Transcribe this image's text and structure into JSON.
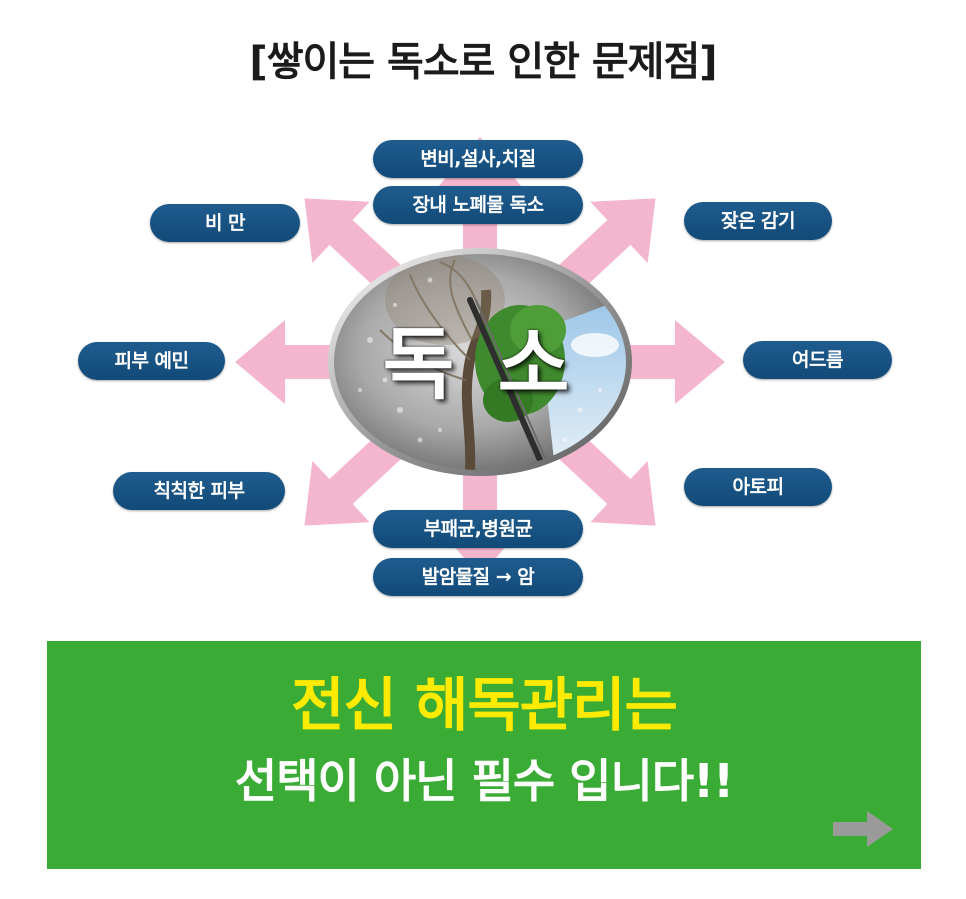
{
  "title": "[쌓이는 독소로 인한 문제점]",
  "center_label": "독 소",
  "labels": {
    "top1": "변비,설사,치질",
    "top2": "장내 노폐물 독소",
    "top_left": "비 만",
    "top_right": "잦은 감기",
    "left": "피부 예민",
    "right": "여드름",
    "bottom_left": "칙칙한 피부",
    "bottom_right": "아토피",
    "bottom1": "부패균,병원균",
    "bottom2": "발암물질 → 암"
  },
  "banner": {
    "line1": "전신 해독관리는",
    "line2": "선택이 아닌 필수 입니다!!",
    "arrow_icon": "right-arrow-icon"
  },
  "colors": {
    "pill": "#124a78",
    "arrow": "#f4b6cf",
    "banner": "#3aab34",
    "banner_headline": "#ffeb00"
  }
}
